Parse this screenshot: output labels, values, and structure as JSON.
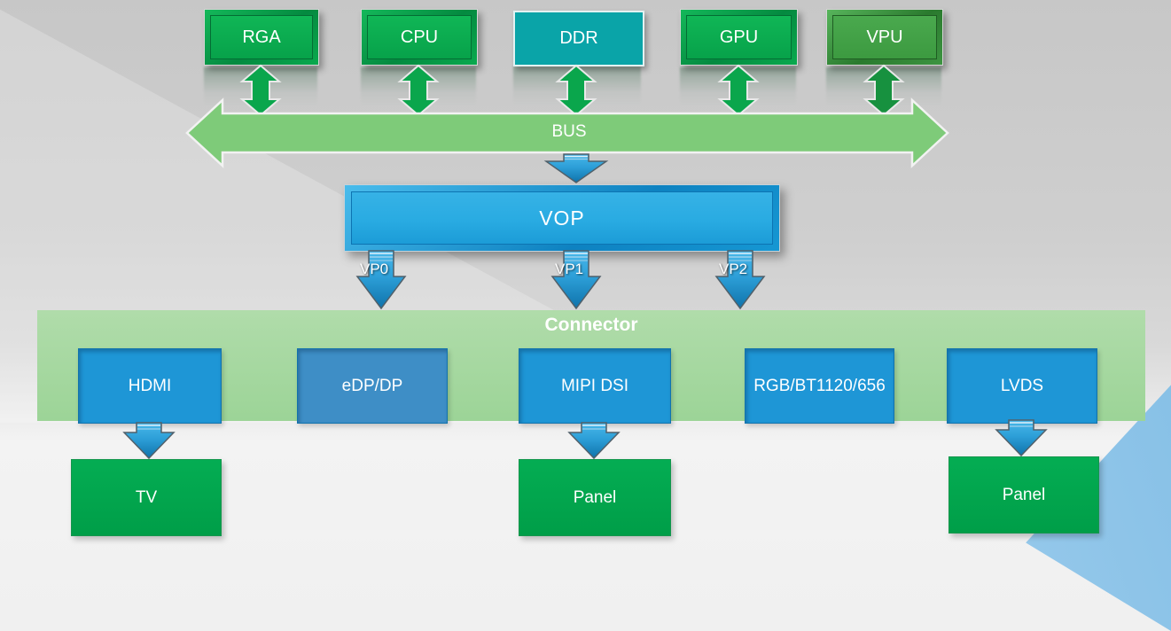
{
  "blocks": {
    "rga": {
      "label": "RGA"
    },
    "cpu": {
      "label": "CPU"
    },
    "ddr": {
      "label": "DDR"
    },
    "gpu": {
      "label": "GPU"
    },
    "vpu": {
      "label": "VPU"
    },
    "bus": {
      "label": "BUS"
    },
    "vop": {
      "label": "VOP"
    },
    "vp0": {
      "label": "VP0"
    },
    "vp1": {
      "label": "VP1"
    },
    "vp2": {
      "label": "VP2"
    }
  },
  "connector": {
    "title": "Connector",
    "interfaces": {
      "hdmi": {
        "label": "HDMI"
      },
      "edp": {
        "label": "eDP/DP"
      },
      "mipi": {
        "label": "MIPI DSI"
      },
      "rgb": {
        "label": "RGB/BT1120/656"
      },
      "lvds": {
        "label": "LVDS"
      }
    }
  },
  "displays": {
    "tv": {
      "label": "TV"
    },
    "panel_mipi": {
      "label": "Panel"
    },
    "panel_lvds": {
      "label": "Panel"
    }
  },
  "colors": {
    "green_block": "#0aa94e",
    "dark_green_block": "#3c9a40",
    "teal_block": "#0aa4a8",
    "bus_green": "#7ecb79",
    "connector_band": "#a6d7a0",
    "interface_blue": "#1e96d6",
    "interface_muted_blue": "#3e8ec6",
    "vop_blue": "#29abe2",
    "sink_green": "#00a94f",
    "arrow_green": "#0aa64c",
    "arrow_blue": "#2d9fd8",
    "accent_wedge_blue": "#8fc4e9"
  }
}
